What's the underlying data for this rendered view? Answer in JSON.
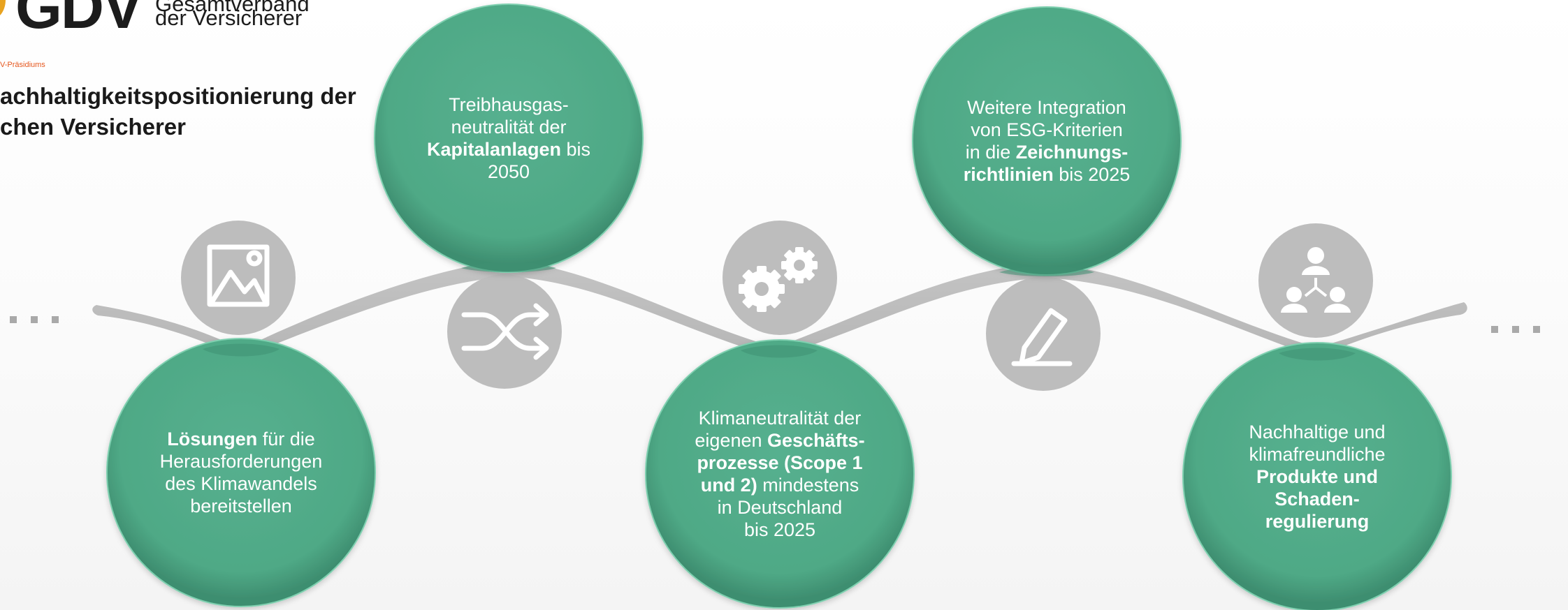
{
  "header": {
    "logo_text": "GDV",
    "logo_line_1": "Gesamtverband",
    "logo_line_2": "der Versicherer",
    "kicker": "V-Präsidiums",
    "title_line_1": "achhaltigkeitspositionierung der",
    "title_line_2": "chen Versicherer"
  },
  "colors": {
    "bubble_green": "#52ad8c",
    "ribbon_gray": "#bcbcbc",
    "icon_disc_gray": "#bdbdbd",
    "accent_orange": "#e5571e"
  },
  "ellipsis_left": "▪ ▪ ▪",
  "ellipsis_right": "▪ ▪ ▪",
  "icons": [
    "image-icon",
    "shuffle-icon",
    "gears-icon",
    "pencil-icon",
    "network-icon"
  ],
  "bubbles": [
    {
      "id": "bubble-capital",
      "lines": [
        [
          {
            "text": "Treibhausgas-"
          }
        ],
        [
          {
            "text": "neutralität der"
          }
        ],
        [
          {
            "text": "Kapitalanlagen",
            "bold": true
          },
          {
            "text": " bis"
          }
        ],
        [
          {
            "text": "2050"
          }
        ]
      ]
    },
    {
      "id": "bubble-underwriting",
      "lines": [
        [
          {
            "text": "Weitere Integration"
          }
        ],
        [
          {
            "text": "von ESG-Kriterien"
          }
        ],
        [
          {
            "text": "in die "
          },
          {
            "text": "Zeichnungs-",
            "bold": true
          }
        ],
        [
          {
            "text": "richtlinien",
            "bold": true
          },
          {
            "text": " bis 2025"
          }
        ]
      ]
    },
    {
      "id": "bubble-solutions",
      "lines": [
        [
          {
            "text": "Lösungen",
            "bold": true
          },
          {
            "text": " für die"
          }
        ],
        [
          {
            "text": "Herausforderungen"
          }
        ],
        [
          {
            "text": "des Klimawandels"
          }
        ],
        [
          {
            "text": "bereitstellen"
          }
        ]
      ]
    },
    {
      "id": "bubble-operations",
      "lines": [
        [
          {
            "text": "Klimaneutralität der"
          }
        ],
        [
          {
            "text": "eigenen "
          },
          {
            "text": "Geschäfts-",
            "bold": true
          }
        ],
        [
          {
            "text": "prozesse (Scope 1",
            "bold": true
          }
        ],
        [
          {
            "text": "und 2)",
            "bold": true
          },
          {
            "text": " mindestens"
          }
        ],
        [
          {
            "text": "in Deutschland"
          }
        ],
        [
          {
            "text": "bis 2025"
          }
        ]
      ]
    },
    {
      "id": "bubble-products",
      "lines": [
        [
          {
            "text": "Nachhaltige und"
          }
        ],
        [
          {
            "text": "klimafreundliche"
          }
        ],
        [
          {
            "text": "Produkte und",
            "bold": true
          }
        ],
        [
          {
            "text": "Schaden-",
            "bold": true
          }
        ],
        [
          {
            "text": "regulierung",
            "bold": true
          }
        ]
      ]
    }
  ]
}
